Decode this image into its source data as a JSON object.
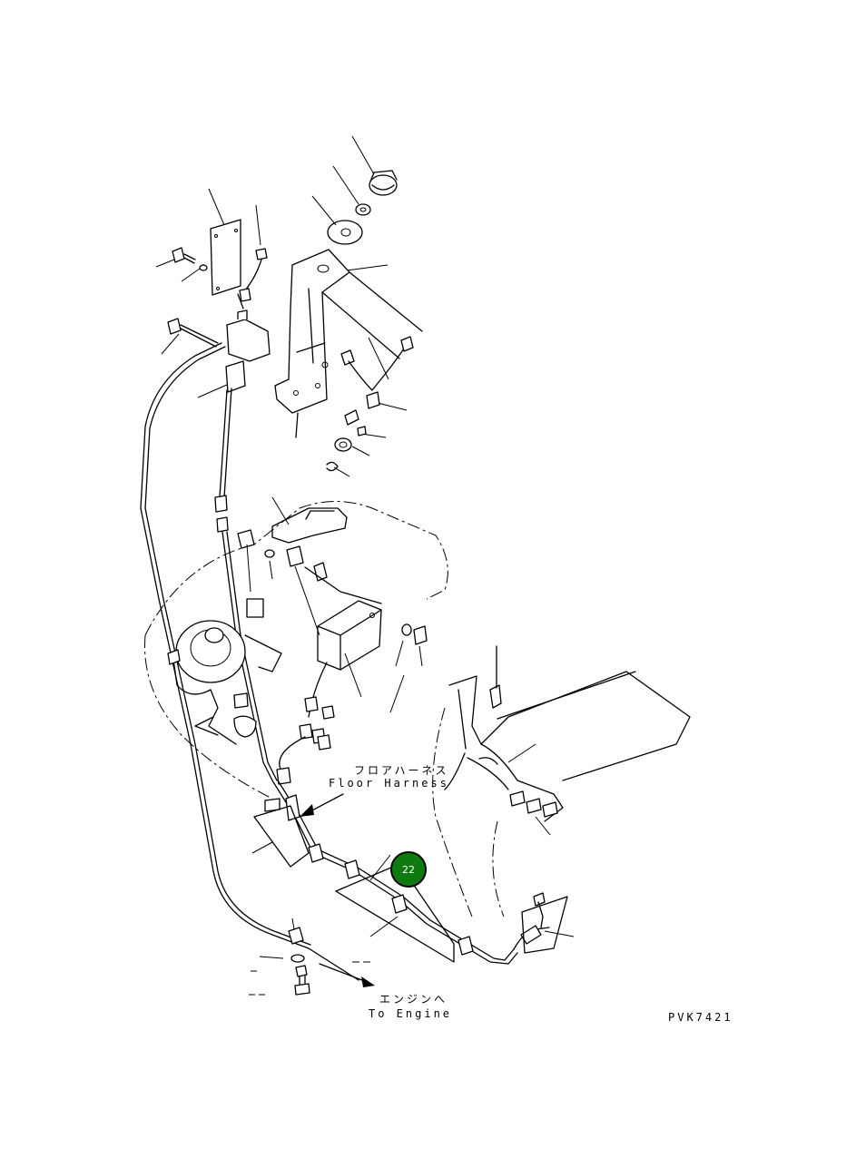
{
  "labels": {
    "floor_harness_jp": "フロアハーネス",
    "floor_harness_en": "Floor Harness",
    "to_engine_jp": "エンジンへ",
    "to_engine_en": "To Engine",
    "drawing_code": "PVK7421"
  },
  "callouts": [
    {
      "number": "22",
      "color": "#0f7a0f"
    }
  ],
  "line_color": "#000000",
  "background": "#ffffff"
}
